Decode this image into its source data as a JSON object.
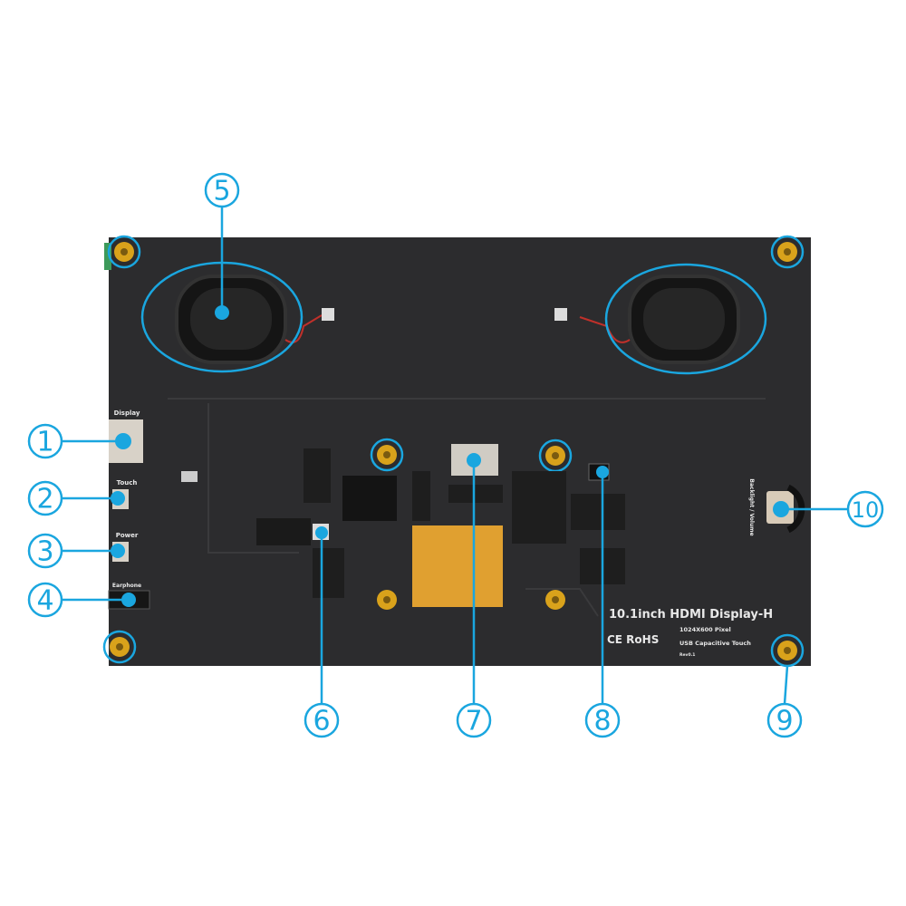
{
  "board": {
    "model": "10.1inch HDMI Display-H",
    "resolution": "1024X600 Pixel",
    "touch": "USB Capacitive Touch",
    "revision": "Rev0.1",
    "certifications": "CE RoHS",
    "port_labels": {
      "display": "Display",
      "touch": "Touch",
      "power": "Power",
      "earphone": "Earphone",
      "backlight_volume": "Backlight / Volume"
    }
  },
  "callouts": [
    "1",
    "2",
    "3",
    "4",
    "5",
    "6",
    "7",
    "8",
    "9",
    "10"
  ],
  "colors": {
    "accent": "#1aa6df",
    "board": "#2c2c2e",
    "standoff": "#d9a21b",
    "fpc": "#e0a030"
  }
}
